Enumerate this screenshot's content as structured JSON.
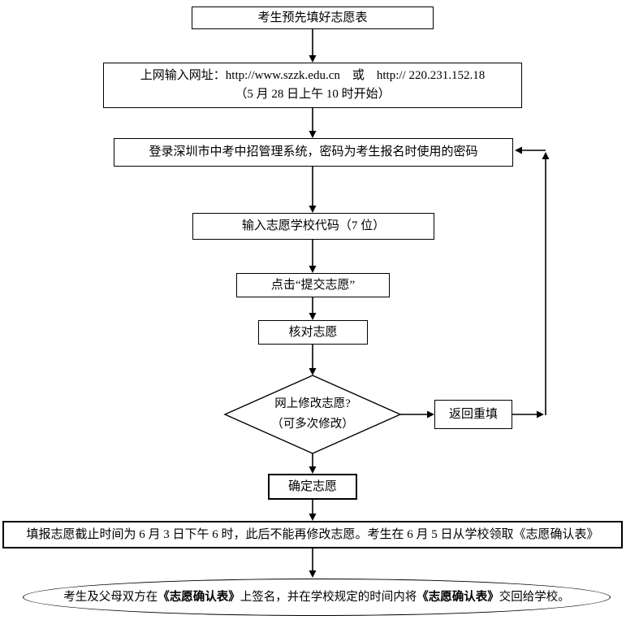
{
  "flowchart": {
    "colors": {
      "line": "#000000",
      "shape_fill": "#ffffff",
      "text": "#000000"
    },
    "nodes": {
      "start": {
        "label": "考生预先填好志愿表"
      },
      "enter_url": {
        "line1": "上网输入网址：http://www.szzk.edu.cn　或　http:// 220.231.152.18",
        "line2": "（5 月 28 日上午 10 时开始）"
      },
      "login": {
        "label": "登录深圳市中考中招管理系统，密码为考生报名时使用的密码"
      },
      "enter_code": {
        "label": "输入志愿学校代码（7 位）"
      },
      "submit": {
        "label": "点击“提交志愿”"
      },
      "verify": {
        "label": "核对志愿"
      },
      "decision": {
        "line1": "网上修改志愿?",
        "line2": "（可多次修改）"
      },
      "return_refill": {
        "label": "返回重填"
      },
      "confirm": {
        "label": "确定志愿"
      },
      "deadline": {
        "label": "填报志愿截止时间为 6 月 3 日下午 6 时，此后不能再修改志愿。考生在 6 月 5 日从学校领取《志愿确认表》"
      },
      "sign": {
        "part1": "考生及父母双方在",
        "bold1": "《志愿确认表》",
        "part2": "上签名，并在学校规定的时间内将",
        "bold2": "《志愿确认表》",
        "part3": "交回给学校。"
      }
    }
  }
}
